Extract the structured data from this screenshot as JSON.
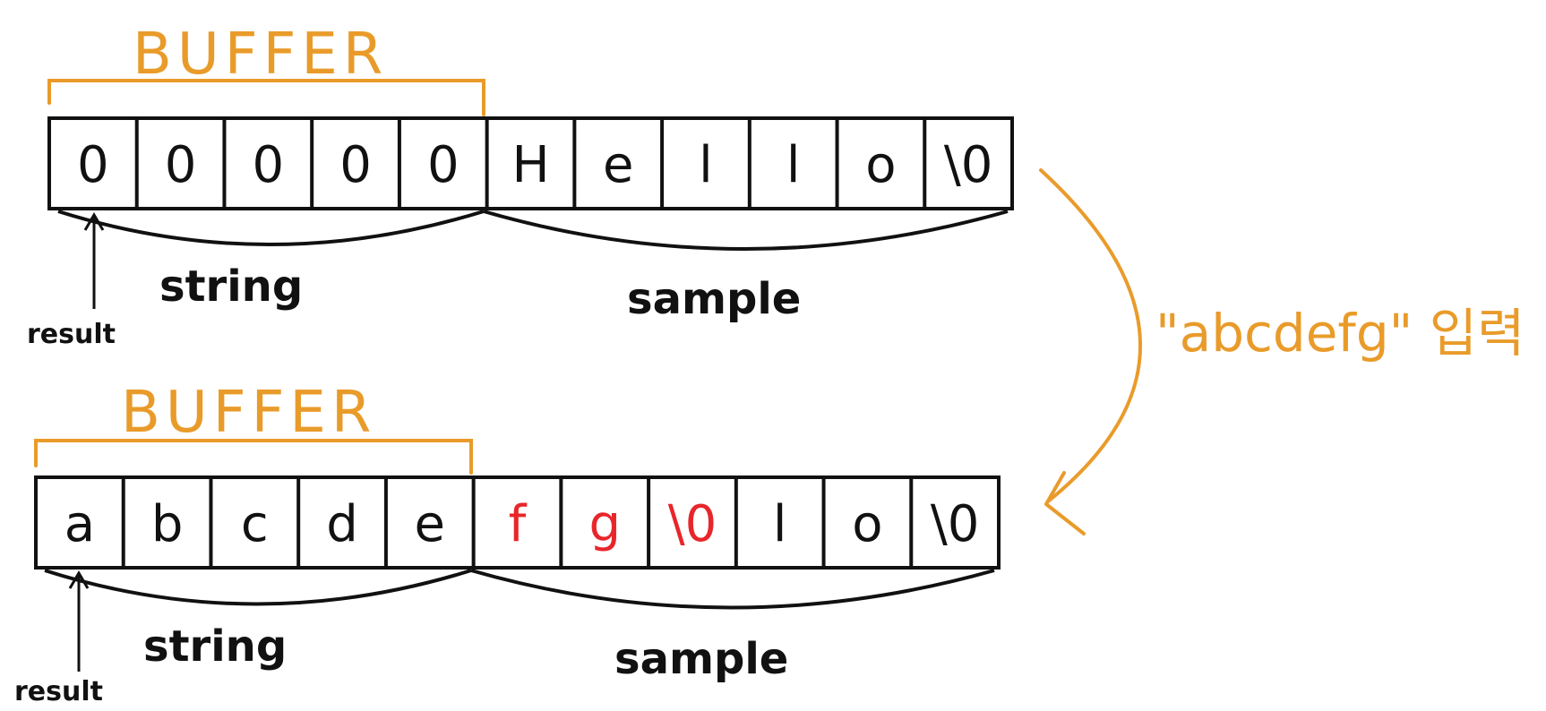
{
  "colors": {
    "orange": "#e99b2a",
    "black": "#111111",
    "red": "#e8262a"
  },
  "rows": [
    {
      "buffer_label": "BUFFER",
      "cells": [
        {
          "text": "0",
          "color": "black"
        },
        {
          "text": "0",
          "color": "black"
        },
        {
          "text": "0",
          "color": "black"
        },
        {
          "text": "0",
          "color": "black"
        },
        {
          "text": "0",
          "color": "black"
        },
        {
          "text": "H",
          "color": "black"
        },
        {
          "text": "e",
          "color": "black"
        },
        {
          "text": "l",
          "color": "black"
        },
        {
          "text": "l",
          "color": "black"
        },
        {
          "text": "o",
          "color": "black"
        },
        {
          "text": "\\0",
          "color": "black"
        }
      ],
      "string_label": "string",
      "sample_label": "sample",
      "result_label": "result"
    },
    {
      "buffer_label": "BUFFER",
      "cells": [
        {
          "text": "a",
          "color": "black"
        },
        {
          "text": "b",
          "color": "black"
        },
        {
          "text": "c",
          "color": "black"
        },
        {
          "text": "d",
          "color": "black"
        },
        {
          "text": "e",
          "color": "black"
        },
        {
          "text": "f",
          "color": "red"
        },
        {
          "text": "g",
          "color": "red"
        },
        {
          "text": "\\0",
          "color": "red"
        },
        {
          "text": "l",
          "color": "black"
        },
        {
          "text": "o",
          "color": "black"
        },
        {
          "text": "\\0",
          "color": "black"
        }
      ],
      "string_label": "string",
      "sample_label": "sample",
      "result_label": "result"
    }
  ],
  "transition": {
    "input_label": "\"abcdefg\" 입력"
  }
}
